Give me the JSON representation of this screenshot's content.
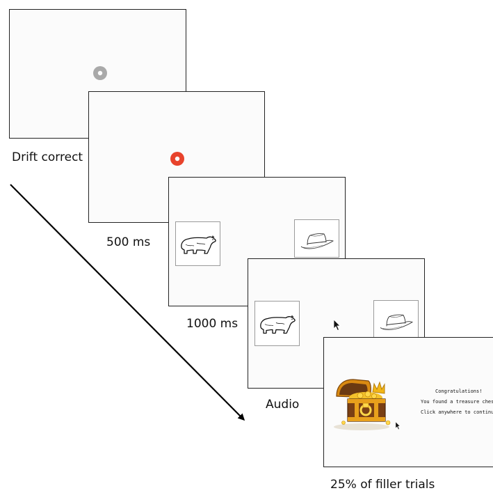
{
  "stages": [
    {
      "label": "Drift correct",
      "icon": "gray-fixation-target-icon",
      "color": "#a9a9a9"
    },
    {
      "label": "500 ms",
      "icon": "red-fixation-target-icon",
      "color": "#e8432c"
    },
    {
      "label": "1000 ms",
      "left_image": "bear-icon",
      "right_image": "hat-icon"
    },
    {
      "label": "Audio",
      "left_image": "bear-icon",
      "right_image": "hat-icon",
      "cursor": "mouse-cursor-icon"
    },
    {
      "label": "25% of filler trials",
      "image": "treasure-chest-icon",
      "cursor": "mouse-cursor-icon"
    }
  ],
  "reward_screen": {
    "line1": "Congratulations!",
    "line2": "You found a treasure chest!!",
    "line3": "Click anywhere to continue."
  },
  "timeline_arrow": "time-arrow-icon"
}
